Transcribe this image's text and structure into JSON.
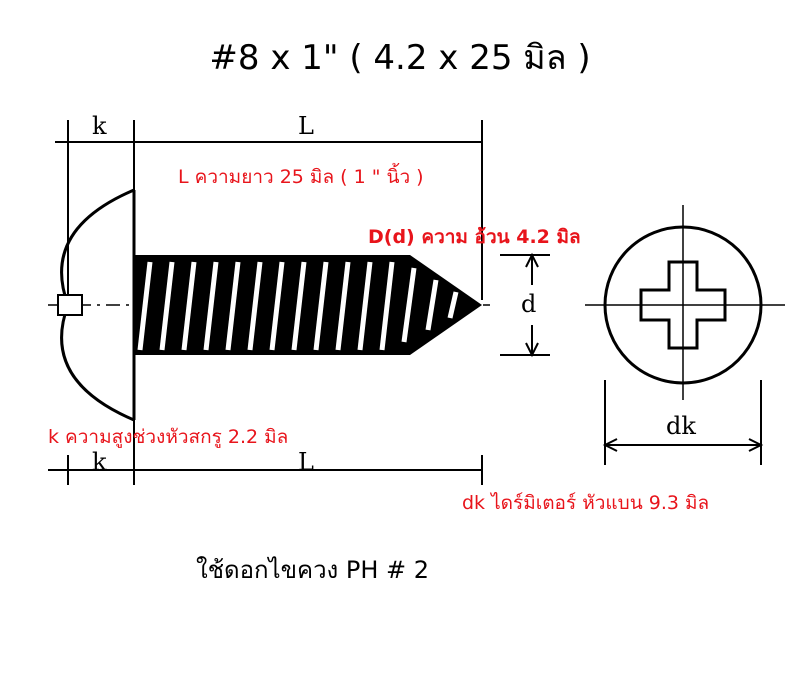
{
  "title": "#8 x 1\" ( 4.2 x 25 มิล )",
  "dims": {
    "k_top": "k",
    "L_top": "L",
    "d": "d",
    "dk": "dk",
    "k_bottom": "k",
    "L_bottom": "L"
  },
  "annotations": {
    "length": "L ความยาว 25 มิล ( 1 \" นิ้ว )",
    "diameter": "D(d) ความ  อ้วน  4.2 มิล",
    "head_height": "k ความสูงช่วงหัวสกรู  2.2  มิล",
    "head_diameter": "dk ไดร์มิเตอร์ หัวแบน  9.3  มิล"
  },
  "driver": "ใช้ดอกไขควง PH # 2",
  "colors": {
    "annotation": "#e8141b",
    "drawing": "#000000"
  }
}
